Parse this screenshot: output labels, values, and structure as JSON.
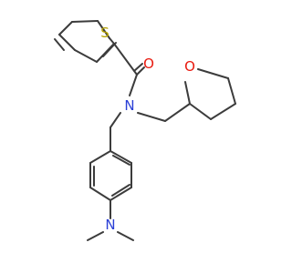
{
  "atom_labels": {
    "sulfur": "S",
    "carbonyl_oxygen": "O",
    "amide_nitrogen": "N",
    "ring_oxygen": "O",
    "amine_nitrogen": "N"
  },
  "colors": {
    "bond": "#3c3c3c",
    "sulfur": "#b5a200",
    "oxygen": "#e8190e",
    "nitrogen": "#2a3fd6"
  }
}
